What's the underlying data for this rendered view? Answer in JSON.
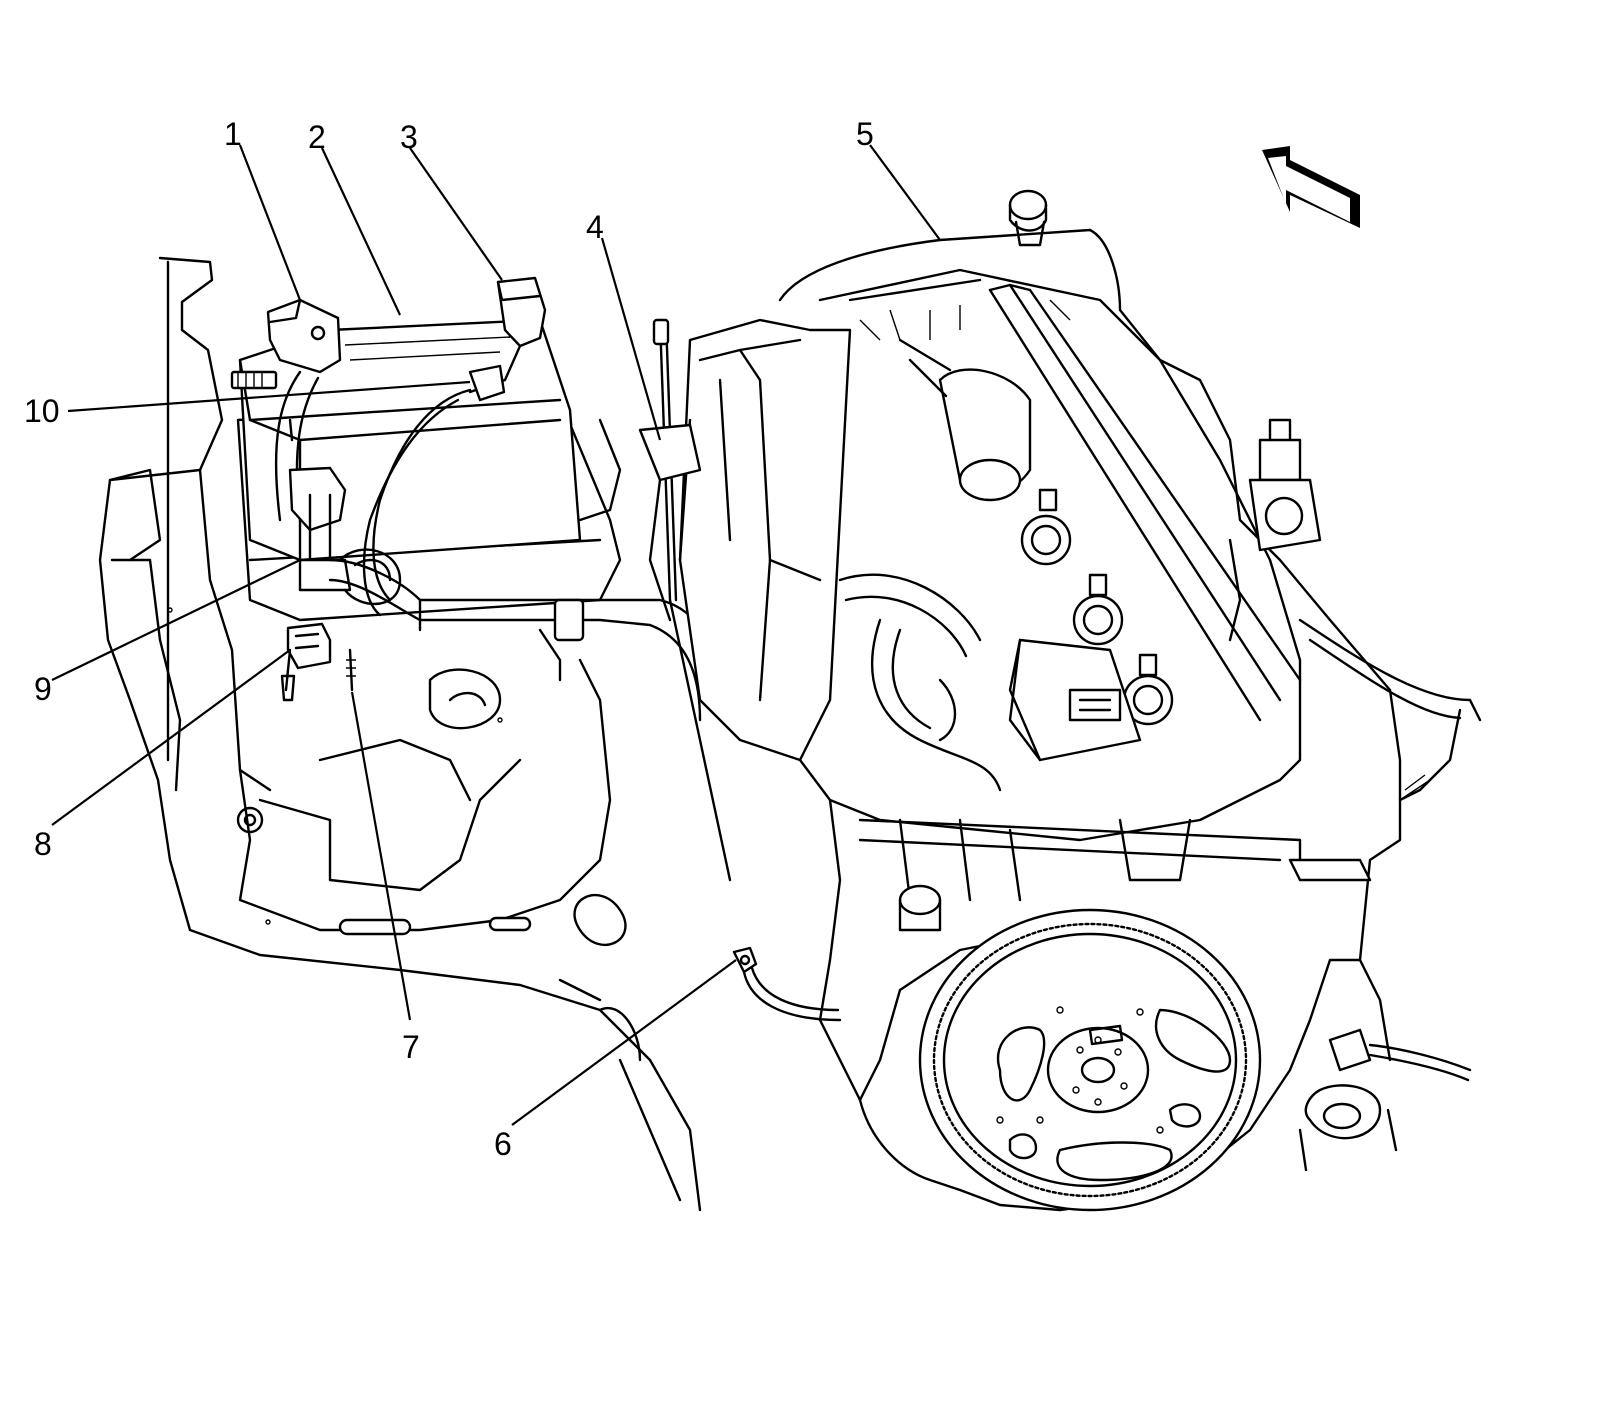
{
  "diagram": {
    "callouts": [
      {
        "id": 1,
        "label": "1"
      },
      {
        "id": 2,
        "label": "2"
      },
      {
        "id": 3,
        "label": "3"
      },
      {
        "id": 4,
        "label": "4"
      },
      {
        "id": 5,
        "label": "5"
      },
      {
        "id": 6,
        "label": "6"
      },
      {
        "id": 7,
        "label": "7"
      },
      {
        "id": 8,
        "label": "8"
      },
      {
        "id": 9,
        "label": "9"
      },
      {
        "id": 10,
        "label": "10"
      }
    ],
    "direction_arrow_icon": "front-of-vehicle-arrow-icon",
    "line_color": "#000000",
    "background_color": "#ffffff"
  }
}
